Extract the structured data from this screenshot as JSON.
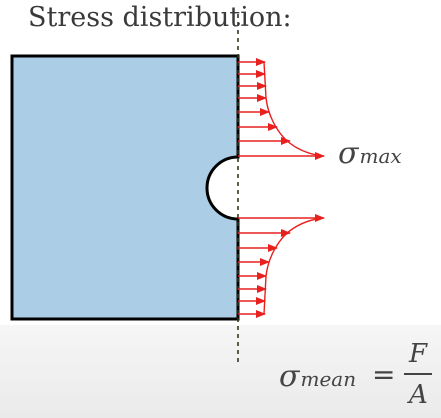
{
  "title": "Stress distribution:",
  "labels": {
    "sigma_max": {
      "symbol": "σ",
      "subscript": "max"
    },
    "sigma_mean": {
      "symbol": "σ",
      "subscript": "mean"
    },
    "equals": "=",
    "numerator": "F",
    "denominator": "A"
  },
  "colors": {
    "plate_fill": "#abcde6",
    "plate_stroke": "#000000",
    "arrow": "#e8201e",
    "dashed_line": "#2f3a20",
    "text": "#444444"
  }
}
